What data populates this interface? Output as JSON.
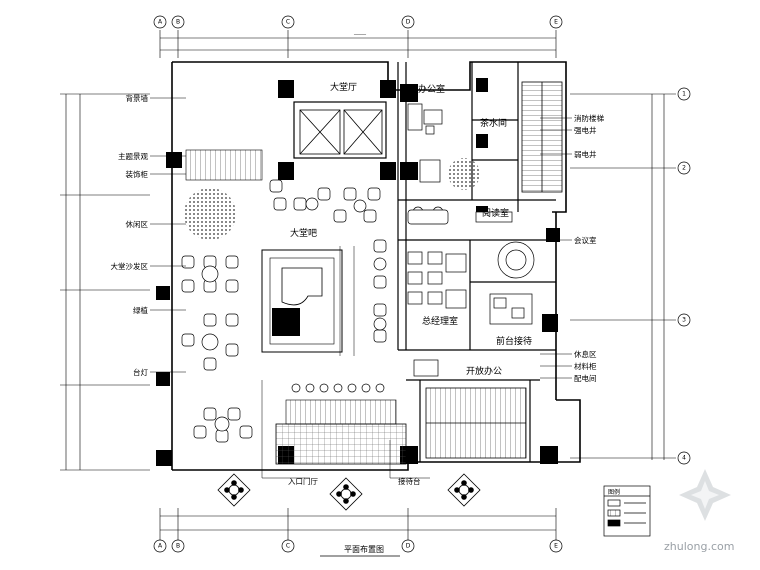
{
  "rooms": {
    "lobby_top": "大堂厅",
    "office": "办公室",
    "lounge": "大堂吧",
    "tea": "茶水间",
    "reading": "阅读室",
    "ceo": "总经理室",
    "reception": "前台接待",
    "open_office": "开放办公"
  },
  "callouts_left": [
    "背景墙",
    "主题景观",
    "装饰柜",
    "休闲区",
    "大堂沙发区",
    "绿植",
    "台灯"
  ],
  "callouts_right": [
    "消防楼梯",
    "强电井",
    "弱电井",
    "会议室",
    "休息区",
    "材料柜",
    "配电间"
  ],
  "callouts_bottom": [
    "入口门厅",
    "接待台"
  ],
  "grid_top": [
    "A",
    "B",
    "C",
    "D",
    "E"
  ],
  "grid_right": [
    "1",
    "2",
    "3",
    "4"
  ],
  "grid_bottom": [
    "A",
    "B",
    "C",
    "D",
    "E"
  ],
  "plan_title": "平面布置图",
  "legend_title": "图例",
  "watermark": "zhulong.com",
  "colors": {
    "line": "#000000",
    "hatch": "#555555",
    "watermark": "#9aa0a6"
  }
}
